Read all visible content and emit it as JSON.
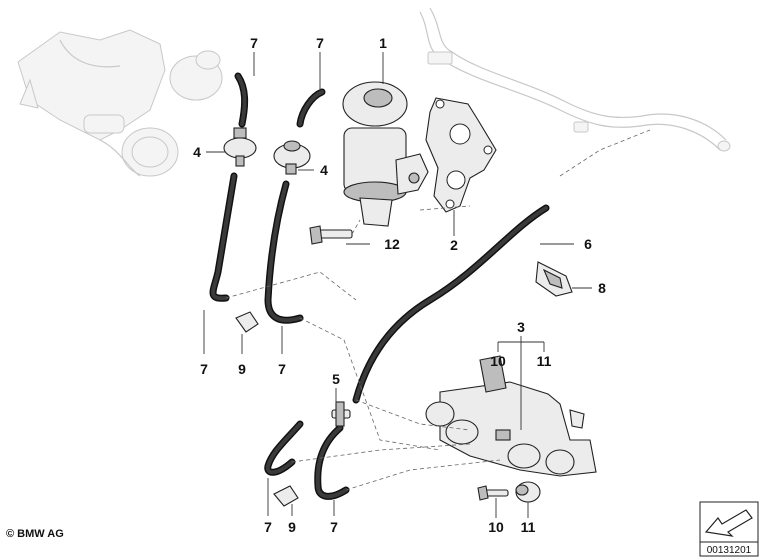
{
  "callouts": [
    {
      "id": "c1",
      "text": "1"
    },
    {
      "id": "c2",
      "text": "2"
    },
    {
      "id": "c3",
      "text": "3"
    },
    {
      "id": "c4a",
      "text": "4"
    },
    {
      "id": "c4b",
      "text": "4"
    },
    {
      "id": "c5",
      "text": "5"
    },
    {
      "id": "c6",
      "text": "6"
    },
    {
      "id": "c7a",
      "text": "7"
    },
    {
      "id": "c7b",
      "text": "7"
    },
    {
      "id": "c7c",
      "text": "7"
    },
    {
      "id": "c7d",
      "text": "7"
    },
    {
      "id": "c7e",
      "text": "7"
    },
    {
      "id": "c7f",
      "text": "7"
    },
    {
      "id": "c8",
      "text": "8"
    },
    {
      "id": "c9a",
      "text": "9"
    },
    {
      "id": "c9b",
      "text": "9"
    },
    {
      "id": "c10a",
      "text": "10"
    },
    {
      "id": "c10b",
      "text": "10"
    },
    {
      "id": "c11a",
      "text": "11"
    },
    {
      "id": "c11b",
      "text": "11"
    },
    {
      "id": "c12",
      "text": "12"
    }
  ],
  "copyright": "© BMW AG",
  "document_number": "00131201",
  "icons": {
    "corner": "direction-arrow-icon"
  }
}
